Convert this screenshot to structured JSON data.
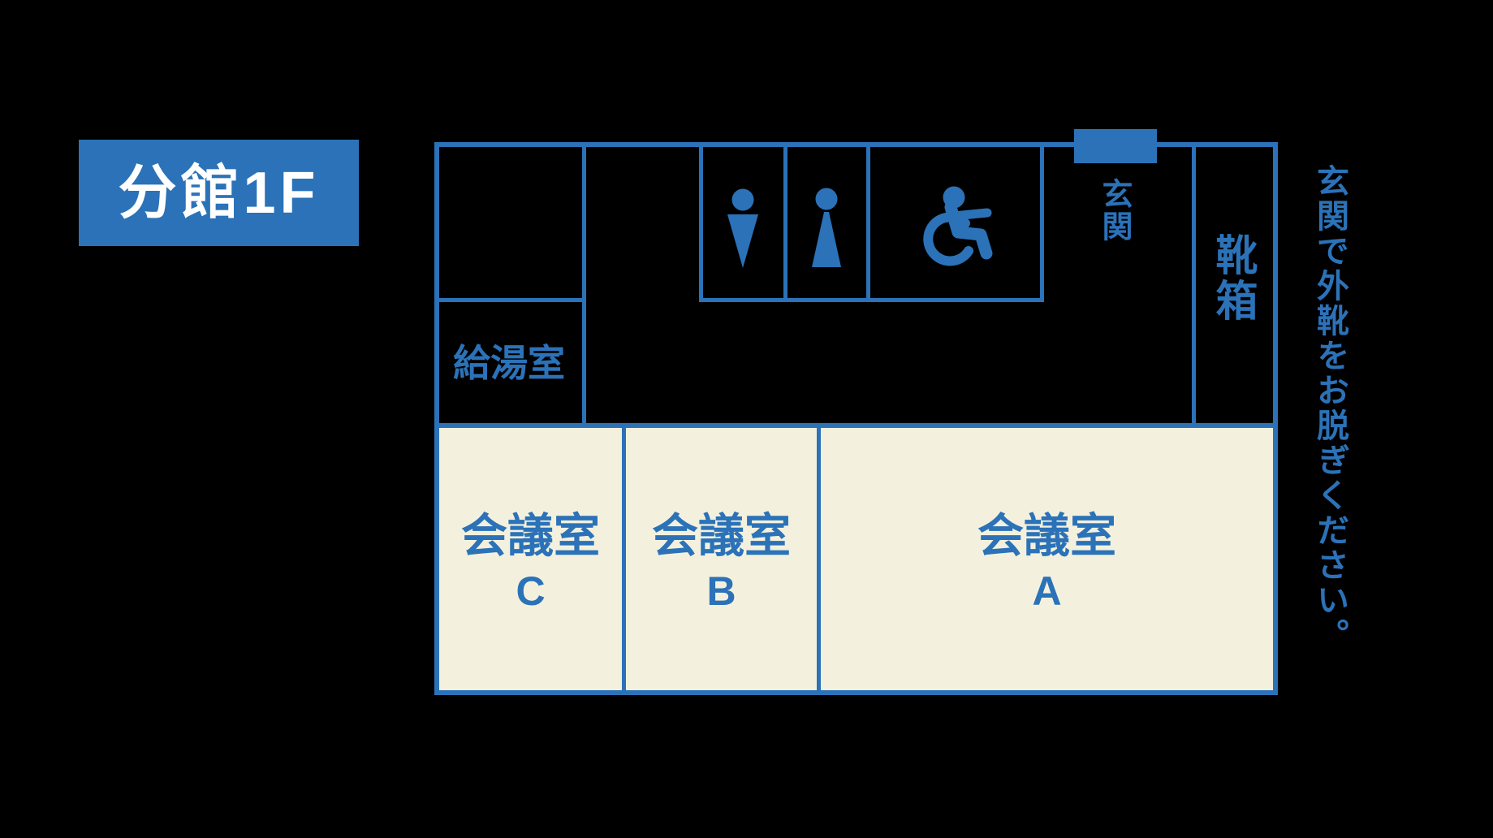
{
  "title_badge": {
    "text": "分館1F"
  },
  "colors": {
    "wall_blue": "#2B72B8",
    "room_cream": "#F3F1DE",
    "title_text": "#FFFFFF",
    "background": "#000000"
  },
  "floorplan": {
    "rooms": {
      "kitchen": {
        "label": "給湯室"
      },
      "entrance": {
        "label": "玄関"
      },
      "shoe_box": {
        "label": "靴箱"
      },
      "meeting_rooms": [
        {
          "name": "会議室",
          "letter": "C"
        },
        {
          "name": "会議室",
          "letter": "B"
        },
        {
          "name": "会議室",
          "letter": "A"
        }
      ]
    },
    "icons": [
      {
        "name": "male-restroom-icon"
      },
      {
        "name": "female-restroom-icon"
      },
      {
        "name": "wheelchair-accessible-icon"
      },
      {
        "name": "entrance-door-marker"
      }
    ]
  },
  "note": {
    "text": "玄関で外靴をお脱ぎください。"
  }
}
